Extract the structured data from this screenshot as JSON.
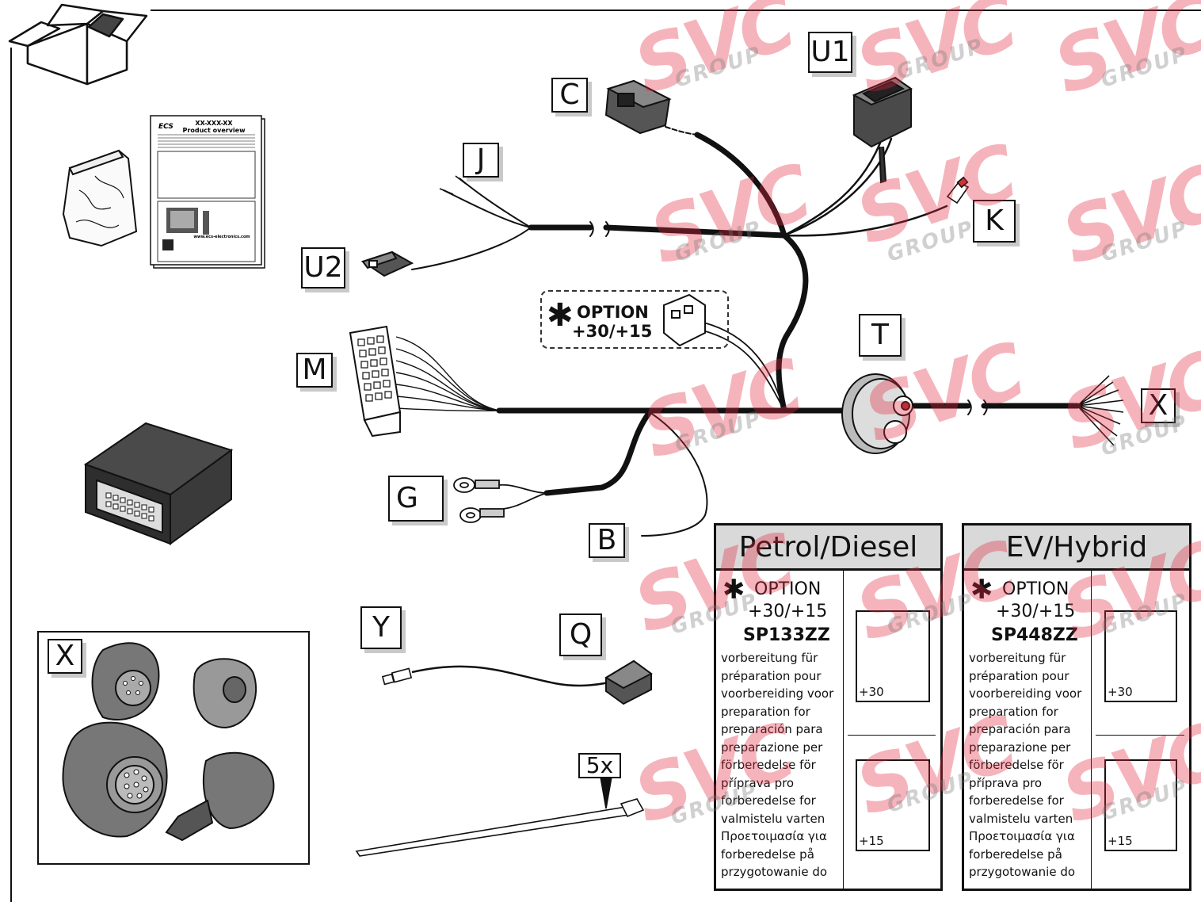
{
  "components": {
    "C": "C",
    "U1": "U1",
    "J": "J",
    "K": "K",
    "U2": "U2",
    "T": "T",
    "M": "M",
    "X": "X",
    "G": "G",
    "B": "B",
    "Y": "Y",
    "Q": "Q",
    "tie_count": "5x",
    "inset_X": "X"
  },
  "option_callout": {
    "star": "✱",
    "line1": "OPTION",
    "line2": "+30/+15"
  },
  "manual": {
    "brand": "ECS",
    "code": "XX-XXX-XX",
    "title": "Product overview",
    "footer": "www.ecs-electronics.com"
  },
  "panels": [
    {
      "title": "Petrol/Diesel",
      "star": "✱",
      "option": "OPTION",
      "voltage": "+30/+15",
      "code": "SP133ZZ",
      "languages": [
        "vorbereitung für",
        "préparation pour",
        "voorbereiding voor",
        "preparation for",
        "preparación para",
        "preparazione per",
        "förberedelse för",
        "příprava pro",
        "forberedelse for",
        "valmistelu varten",
        "Προετοιμασία για",
        "forberedelse på",
        "przygotowanie do"
      ],
      "box_top": "+30",
      "box_bottom": "+15"
    },
    {
      "title": "EV/Hybrid",
      "star": "✱",
      "option": "OPTION",
      "voltage": "+30/+15",
      "code": "SP448ZZ",
      "languages": [
        "vorbereitung für",
        "préparation pour",
        "voorbereiding voor",
        "preparation for",
        "preparación para",
        "preparazione per",
        "förberedelse för",
        "příprava pro",
        "forberedelse for",
        "valmistelu varten",
        "Προετοιμασία για",
        "forberedelse på",
        "przygotowanie do"
      ],
      "box_top": "+30",
      "box_bottom": "+15"
    }
  ],
  "watermark": {
    "mark": "SVC",
    "sub": "GROUP"
  },
  "colors": {
    "line": "#111111",
    "shadow": "#c9c9c9",
    "panel_header": "#d9d9d9",
    "watermark": "#e2283c"
  }
}
